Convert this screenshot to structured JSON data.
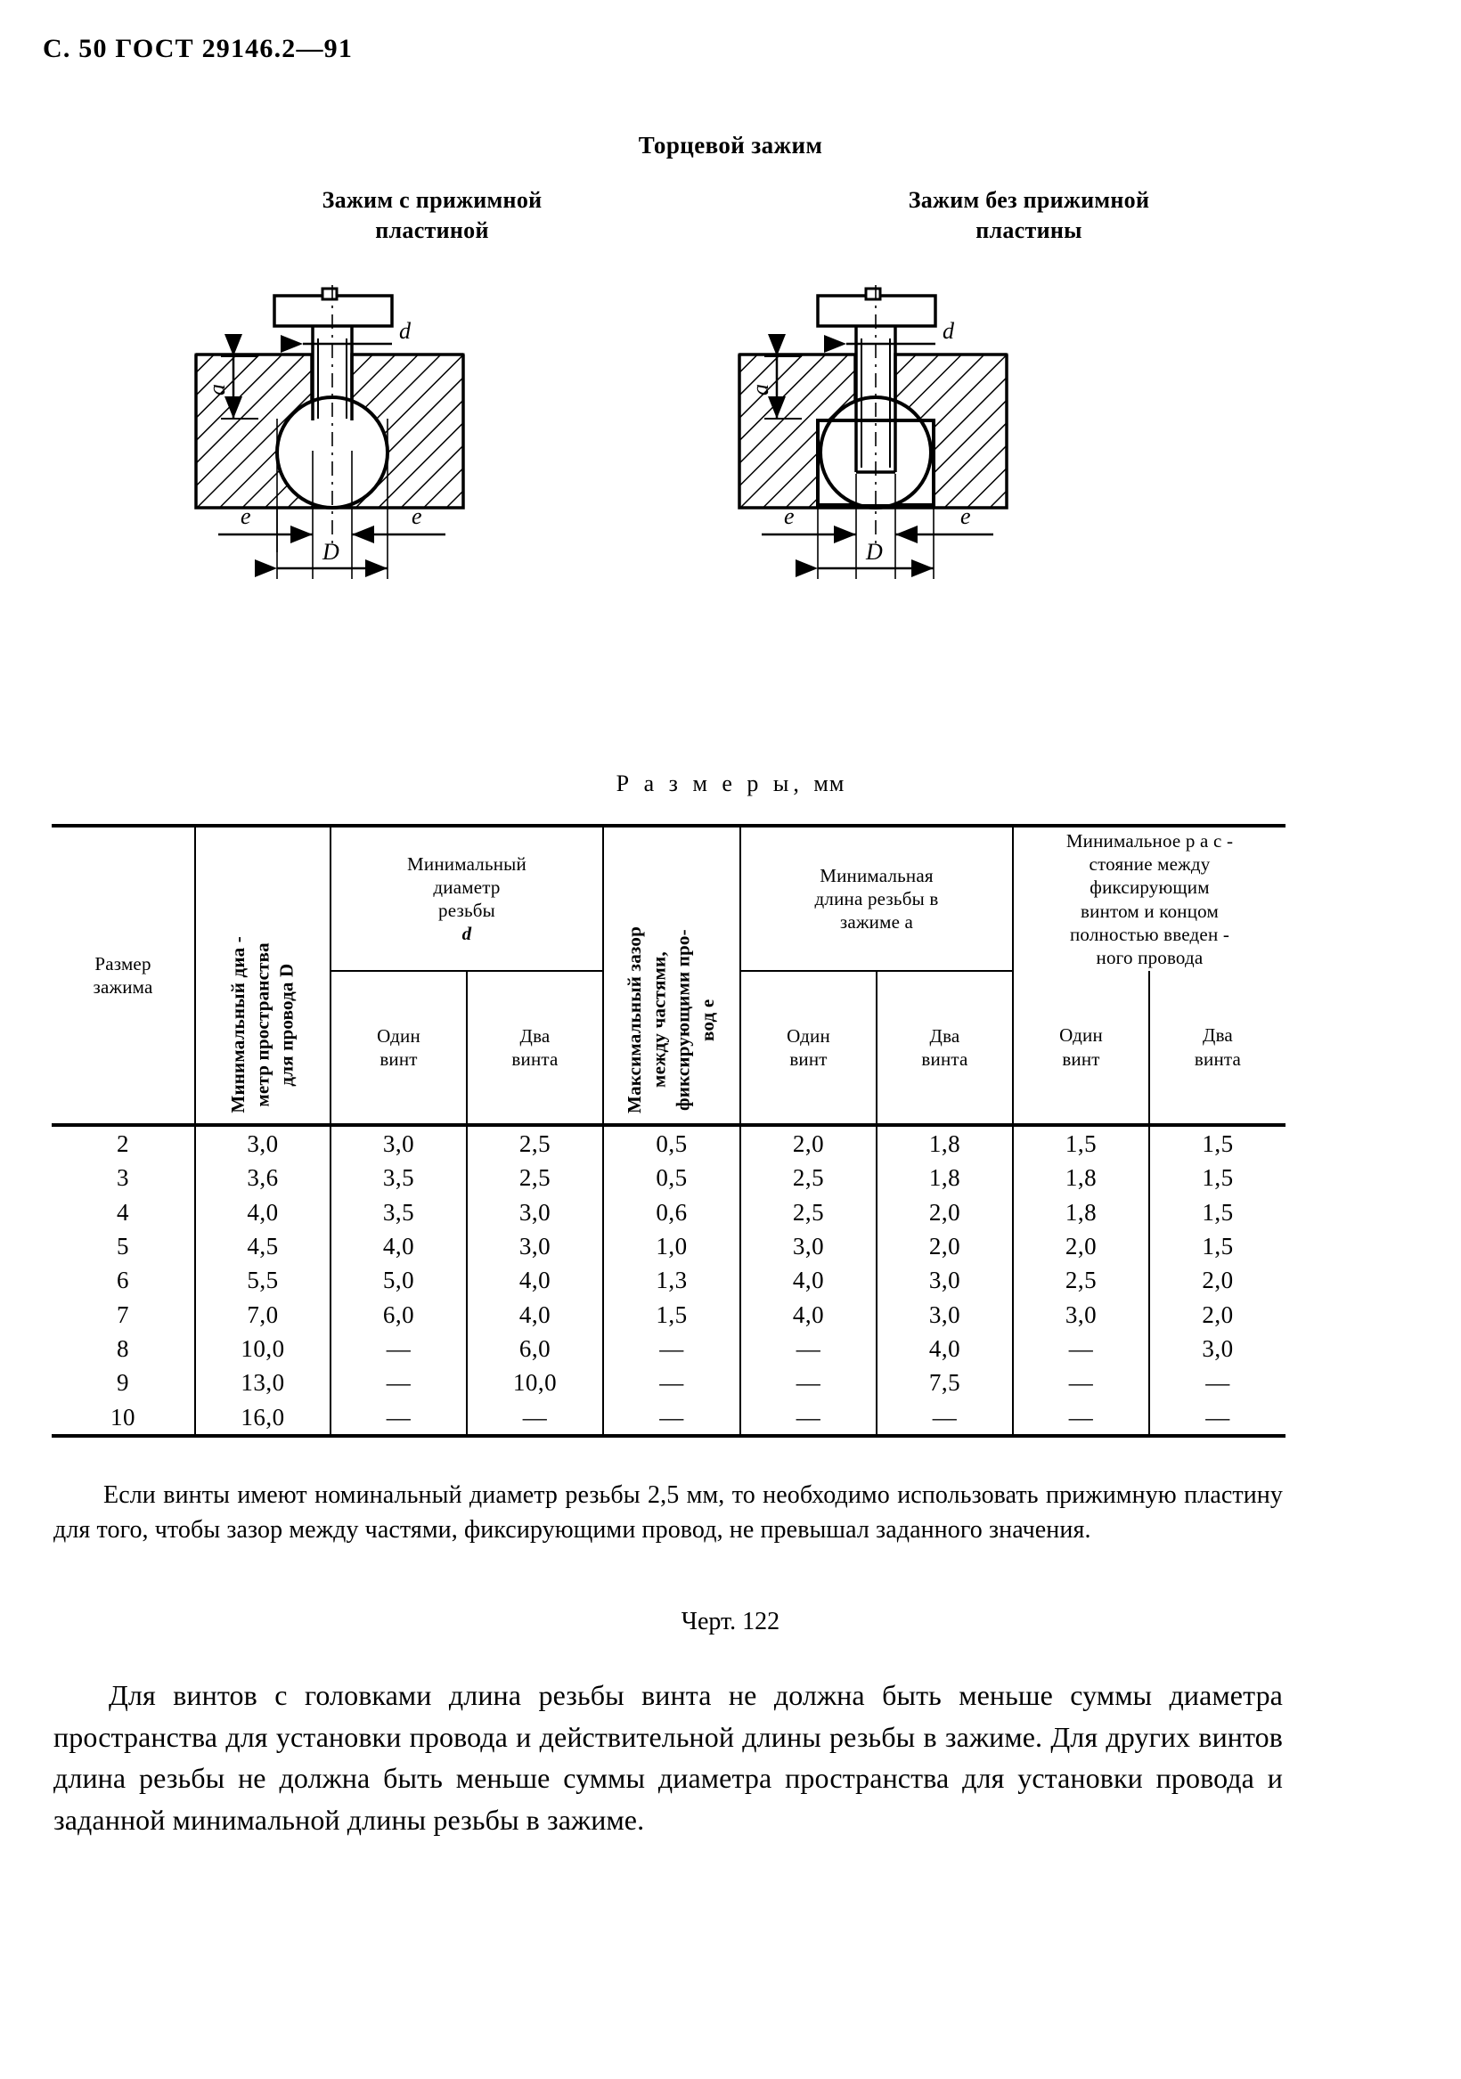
{
  "header": {
    "page_label": "С. 50  ГОСТ 29146.2—91"
  },
  "figure": {
    "title": "Торцевой зажим",
    "left_caption": "Зажим с прижимной\nпластиной",
    "right_caption": "Зажим без прижимной\nпластины",
    "dim_labels": {
      "d": "d",
      "a": "a",
      "e": "e",
      "D": "D"
    }
  },
  "table": {
    "caption": "Р а з м е р ы,",
    "caption_unit": "мм",
    "headers": {
      "size": "Размер\nзажима",
      "min_space_dia": "Минимальный диа -\nметр пространства\nдля провода D",
      "min_thread_dia": "Минимальный\nдиаметр\nрезьбы",
      "min_thread_dia_sym": "d",
      "max_gap": "Максимальный зазор\nмежду частями,\nфиксирующими про-\nвод e",
      "min_thread_len": "Минимальная\nдлина резьбы в\nзажиме a",
      "min_distance": "Минимальное  р а с -\nстояние между\nфиксирующим\nвинтом и концом\nполностью введен -\nного провода",
      "one_screw": "Один\nвинт",
      "two_screws": "Два\nвинта"
    },
    "rows": [
      {
        "size": "2",
        "D": "3,0",
        "d1": "3,0",
        "d2": "2,5",
        "e": "0,5",
        "a1": "2,0",
        "a2": "1,8",
        "f1": "1,5",
        "f2": "1,5"
      },
      {
        "size": "3",
        "D": "3,6",
        "d1": "3,5",
        "d2": "2,5",
        "e": "0,5",
        "a1": "2,5",
        "a2": "1,8",
        "f1": "1,8",
        "f2": "1,5"
      },
      {
        "size": "4",
        "D": "4,0",
        "d1": "3,5",
        "d2": "3,0",
        "e": "0,6",
        "a1": "2,5",
        "a2": "2,0",
        "f1": "1,8",
        "f2": "1,5"
      },
      {
        "size": "5",
        "D": "4,5",
        "d1": "4,0",
        "d2": "3,0",
        "e": "1,0",
        "a1": "3,0",
        "a2": "2,0",
        "f1": "2,0",
        "f2": "1,5"
      },
      {
        "size": "6",
        "D": "5,5",
        "d1": "5,0",
        "d2": "4,0",
        "e": "1,3",
        "a1": "4,0",
        "a2": "3,0",
        "f1": "2,5",
        "f2": "2,0"
      },
      {
        "size": "7",
        "D": "7,0",
        "d1": "6,0",
        "d2": "4,0",
        "e": "1,5",
        "a1": "4,0",
        "a2": "3,0",
        "f1": "3,0",
        "f2": "2,0"
      },
      {
        "size": "8",
        "D": "10,0",
        "d1": "—",
        "d2": "6,0",
        "e": "—",
        "a1": "—",
        "a2": "4,0",
        "f1": "—",
        "f2": "3,0"
      },
      {
        "size": "9",
        "D": "13,0",
        "d1": "—",
        "d2": "10,0",
        "e": "—",
        "a1": "—",
        "a2": "7,5",
        "f1": "—",
        "f2": "—"
      },
      {
        "size": "10",
        "D": "16,0",
        "d1": "—",
        "d2": "—",
        "e": "—",
        "a1": "—",
        "a2": "—",
        "f1": "—",
        "f2": "—"
      }
    ]
  },
  "notes": {
    "note_text": "Если винты имеют номинальный диаметр резьбы 2,5 мм, то необходимо использовать прижимную пластину для того, чтобы зазор между частями, фиксирующими провод, не превышал заданного значения.",
    "figure_number": "Черт. 122",
    "body_text": "Для винтов с головками длина резьбы винта не должна быть меньше суммы диаметра пространства для установки провода и действительной длины резьбы в зажиме. Для других винтов длина резьбы не должна быть меньше суммы диаметра пространства для установки провода и заданной минимальной длины резьбы в зажиме."
  }
}
